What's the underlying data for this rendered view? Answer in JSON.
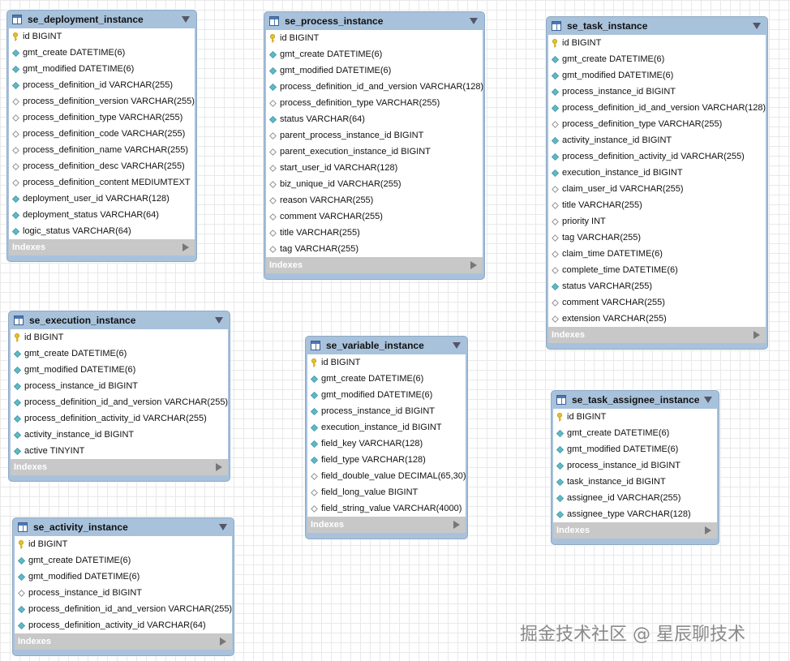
{
  "tables": [
    {
      "id": "deployment",
      "name": "se_deployment_instance",
      "indexes_label": "Indexes",
      "fields": [
        {
          "text": "id BIGINT",
          "kind": "key"
        },
        {
          "text": "gmt_create DATETIME(6)",
          "kind": "filled"
        },
        {
          "text": "gmt_modified DATETIME(6)",
          "kind": "filled"
        },
        {
          "text": "process_definition_id VARCHAR(255)",
          "kind": "filled"
        },
        {
          "text": "process_definition_version VARCHAR(255)",
          "kind": "hollow"
        },
        {
          "text": "process_definition_type VARCHAR(255)",
          "kind": "hollow"
        },
        {
          "text": "process_definition_code VARCHAR(255)",
          "kind": "hollow"
        },
        {
          "text": "process_definition_name VARCHAR(255)",
          "kind": "hollow"
        },
        {
          "text": "process_definition_desc VARCHAR(255)",
          "kind": "hollow"
        },
        {
          "text": "process_definition_content MEDIUMTEXT",
          "kind": "hollow"
        },
        {
          "text": "deployment_user_id VARCHAR(128)",
          "kind": "filled"
        },
        {
          "text": "deployment_status VARCHAR(64)",
          "kind": "filled"
        },
        {
          "text": "logic_status VARCHAR(64)",
          "kind": "filled"
        }
      ]
    },
    {
      "id": "process",
      "name": "se_process_instance",
      "indexes_label": "Indexes",
      "fields": [
        {
          "text": "id BIGINT",
          "kind": "key"
        },
        {
          "text": "gmt_create DATETIME(6)",
          "kind": "filled"
        },
        {
          "text": "gmt_modified DATETIME(6)",
          "kind": "filled"
        },
        {
          "text": "process_definition_id_and_version VARCHAR(128)",
          "kind": "filled"
        },
        {
          "text": "process_definition_type VARCHAR(255)",
          "kind": "hollow"
        },
        {
          "text": "status VARCHAR(64)",
          "kind": "filled"
        },
        {
          "text": "parent_process_instance_id BIGINT",
          "kind": "hollow"
        },
        {
          "text": "parent_execution_instance_id BIGINT",
          "kind": "hollow"
        },
        {
          "text": "start_user_id VARCHAR(128)",
          "kind": "hollow"
        },
        {
          "text": "biz_unique_id VARCHAR(255)",
          "kind": "hollow"
        },
        {
          "text": "reason VARCHAR(255)",
          "kind": "hollow"
        },
        {
          "text": "comment VARCHAR(255)",
          "kind": "hollow"
        },
        {
          "text": "title VARCHAR(255)",
          "kind": "hollow"
        },
        {
          "text": "tag VARCHAR(255)",
          "kind": "hollow"
        }
      ]
    },
    {
      "id": "task",
      "name": "se_task_instance",
      "indexes_label": "Indexes",
      "fields": [
        {
          "text": "id BIGINT",
          "kind": "key"
        },
        {
          "text": "gmt_create DATETIME(6)",
          "kind": "filled"
        },
        {
          "text": "gmt_modified DATETIME(6)",
          "kind": "filled"
        },
        {
          "text": "process_instance_id BIGINT",
          "kind": "filled"
        },
        {
          "text": "process_definition_id_and_version VARCHAR(128)",
          "kind": "filled"
        },
        {
          "text": "process_definition_type VARCHAR(255)",
          "kind": "hollow"
        },
        {
          "text": "activity_instance_id BIGINT",
          "kind": "filled"
        },
        {
          "text": "process_definition_activity_id VARCHAR(255)",
          "kind": "filled"
        },
        {
          "text": "execution_instance_id BIGINT",
          "kind": "filled"
        },
        {
          "text": "claim_user_id VARCHAR(255)",
          "kind": "hollow"
        },
        {
          "text": "title VARCHAR(255)",
          "kind": "hollow"
        },
        {
          "text": "priority INT",
          "kind": "hollow"
        },
        {
          "text": "tag VARCHAR(255)",
          "kind": "hollow"
        },
        {
          "text": "claim_time DATETIME(6)",
          "kind": "hollow"
        },
        {
          "text": "complete_time DATETIME(6)",
          "kind": "hollow"
        },
        {
          "text": "status VARCHAR(255)",
          "kind": "filled"
        },
        {
          "text": "comment VARCHAR(255)",
          "kind": "hollow"
        },
        {
          "text": "extension VARCHAR(255)",
          "kind": "hollow"
        }
      ]
    },
    {
      "id": "execution",
      "name": "se_execution_instance",
      "indexes_label": "Indexes",
      "fields": [
        {
          "text": "id BIGINT",
          "kind": "key"
        },
        {
          "text": "gmt_create DATETIME(6)",
          "kind": "filled"
        },
        {
          "text": "gmt_modified DATETIME(6)",
          "kind": "filled"
        },
        {
          "text": "process_instance_id BIGINT",
          "kind": "filled"
        },
        {
          "text": "process_definition_id_and_version VARCHAR(255)",
          "kind": "filled"
        },
        {
          "text": "process_definition_activity_id VARCHAR(255)",
          "kind": "filled"
        },
        {
          "text": "activity_instance_id BIGINT",
          "kind": "filled"
        },
        {
          "text": "active TINYINT",
          "kind": "filled"
        }
      ]
    },
    {
      "id": "variable",
      "name": "se_variable_instance",
      "indexes_label": "Indexes",
      "fields": [
        {
          "text": "id BIGINT",
          "kind": "key"
        },
        {
          "text": "gmt_create DATETIME(6)",
          "kind": "filled"
        },
        {
          "text": "gmt_modified DATETIME(6)",
          "kind": "filled"
        },
        {
          "text": "process_instance_id BIGINT",
          "kind": "filled"
        },
        {
          "text": "execution_instance_id BIGINT",
          "kind": "filled"
        },
        {
          "text": "field_key VARCHAR(128)",
          "kind": "filled"
        },
        {
          "text": "field_type VARCHAR(128)",
          "kind": "filled"
        },
        {
          "text": "field_double_value DECIMAL(65,30)",
          "kind": "hollow"
        },
        {
          "text": "field_long_value BIGINT",
          "kind": "hollow"
        },
        {
          "text": "field_string_value VARCHAR(4000)",
          "kind": "hollow"
        }
      ]
    },
    {
      "id": "assignee",
      "name": "se_task_assignee_instance",
      "indexes_label": "Indexes",
      "fields": [
        {
          "text": "id BIGINT",
          "kind": "key"
        },
        {
          "text": "gmt_create DATETIME(6)",
          "kind": "filled"
        },
        {
          "text": "gmt_modified DATETIME(6)",
          "kind": "filled"
        },
        {
          "text": "process_instance_id BIGINT",
          "kind": "filled"
        },
        {
          "text": "task_instance_id BIGINT",
          "kind": "filled"
        },
        {
          "text": "assignee_id VARCHAR(255)",
          "kind": "filled"
        },
        {
          "text": "assignee_type VARCHAR(128)",
          "kind": "filled"
        }
      ]
    },
    {
      "id": "activity",
      "name": "se_activity_instance",
      "indexes_label": "Indexes",
      "fields": [
        {
          "text": "id BIGINT",
          "kind": "key"
        },
        {
          "text": "gmt_create DATETIME(6)",
          "kind": "filled"
        },
        {
          "text": "gmt_modified DATETIME(6)",
          "kind": "filled"
        },
        {
          "text": "process_instance_id BIGINT",
          "kind": "hollow"
        },
        {
          "text": "process_definition_id_and_version VARCHAR(255)",
          "kind": "filled"
        },
        {
          "text": "process_definition_activity_id VARCHAR(64)",
          "kind": "filled"
        }
      ]
    }
  ],
  "watermark": "掘金技术社区 @ 星辰聊技术",
  "colors": {
    "header": "#a8c2dc",
    "key_icon": "#e8c220",
    "filled_icon": "#5fb9c6",
    "indexes_bar": "#c8c8c8"
  }
}
